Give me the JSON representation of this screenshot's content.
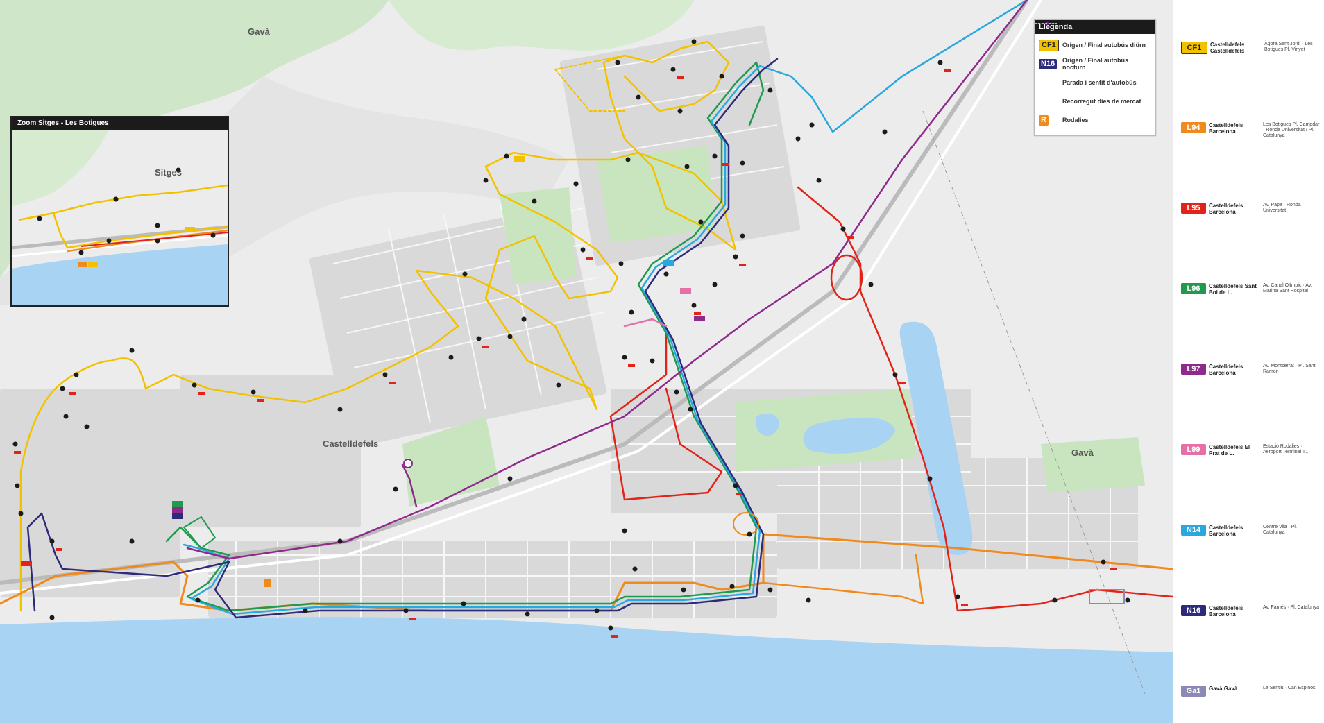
{
  "places": {
    "gava_top": "Gavà",
    "castelldefels": "Castelldefels",
    "gava_east": "Gavà"
  },
  "legend": {
    "title": "Llegenda",
    "items": [
      {
        "badge": "CF1",
        "text": "Origen / Final autobús diürn",
        "color": "#f2c200",
        "text_color": "#222222"
      },
      {
        "badge": "N16",
        "text": "Origen / Final autobús nocturn",
        "color": "#2e2a7a",
        "text_color": "#ffffff"
      },
      {
        "symbol": "stop-direction",
        "text": "Parada i sentit d'autobús",
        "color": "#6b2b8a"
      },
      {
        "symbol": "market-route",
        "text": "Recorregut dies de mercat",
        "color": "#f2c200"
      },
      {
        "badge": "R",
        "text": "Rodalies",
        "color": "#f08a1c",
        "text_color": "#ffffff"
      }
    ]
  },
  "inset": {
    "title": "Zoom Sitges - Les Botigues",
    "place": "Sitges"
  },
  "lines": [
    {
      "code": "CF1",
      "color": "#f2c200",
      "text_color": "#222222",
      "terminals": "Castelldefels Castelldefels",
      "via": "Àgora Sant Jordi · Les Botigues Pl. Vinyet"
    },
    {
      "code": "L94",
      "color": "#f08a1c",
      "text_color": "#ffffff",
      "terminals": "Castelldefels Barcelona",
      "via": "Les Botigues Pl. Campdar · Ronda Universitat / Pl. Catalunya"
    },
    {
      "code": "L95",
      "color": "#e2231a",
      "text_color": "#ffffff",
      "terminals": "Castelldefels Barcelona",
      "via": "Av. Papa · Ronda Universitat"
    },
    {
      "code": "L96",
      "color": "#1f9a4f",
      "text_color": "#ffffff",
      "terminals": "Castelldefels Sant Boi de L.",
      "via": "Av. Canal Olímpic · Av. Marina Sant Hospital"
    },
    {
      "code": "L97",
      "color": "#8e2a8b",
      "text_color": "#ffffff",
      "terminals": "Castelldefels Barcelona",
      "via": "Av. Montserrat · Pl. Sant Ramon"
    },
    {
      "code": "L99",
      "color": "#e56fa6",
      "text_color": "#ffffff",
      "terminals": "Castelldefels El Prat de L.",
      "via": "Estació Rodalies · Aeroport Terminal T1"
    },
    {
      "code": "N14",
      "color": "#29a8df",
      "text_color": "#ffffff",
      "terminals": "Castelldefels Barcelona",
      "via": "Centre Vila · Pl. Catalunya"
    },
    {
      "code": "N16",
      "color": "#2e2a7a",
      "text_color": "#ffffff",
      "terminals": "Castelldefels Barcelona",
      "via": "Av. Farnés · Pl. Catalunya"
    },
    {
      "code": "Ga1",
      "color": "#8a89b8",
      "text_color": "#ffffff",
      "terminals": "Gavà Gavà",
      "via": "La Sentiu · Can Espinós"
    }
  ],
  "colors": {
    "sea": "#a9d3f2",
    "hills": "#cfe6c9",
    "park": "#c9e5bf",
    "block": "#d9d9d9",
    "stop": "#1b1b1b"
  }
}
